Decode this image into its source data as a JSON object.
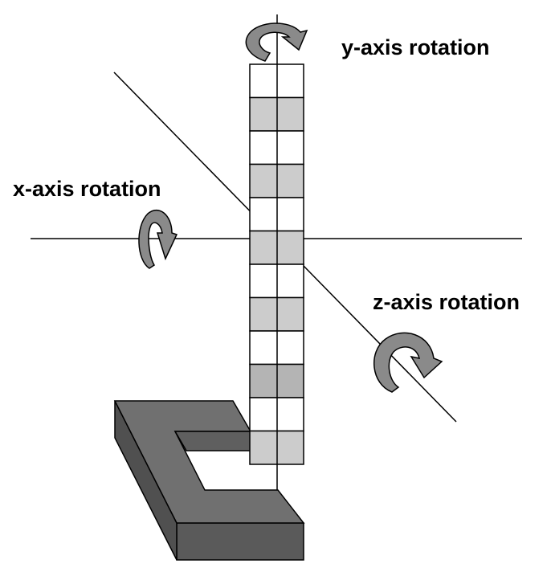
{
  "labels": {
    "y_axis": "y-axis rotation",
    "x_axis": "x-axis rotation",
    "z_axis": "z-axis rotation"
  },
  "colors": {
    "line": "#000000",
    "cell_shaded": "#cccccc",
    "cell_shaded_dark": "#b4b4b4",
    "cell_light": "#ffffff",
    "clamp_top": "#6e6e6e",
    "clamp_side": "#5a5a5a",
    "arrow": "#8a8a8a"
  },
  "icons": {
    "y_rotation": "rotation-arrow-icon",
    "x_rotation": "rotation-arrow-icon",
    "z_rotation": "rotation-arrow-icon"
  },
  "stack": {
    "shaded_rows": [
      1,
      3,
      5,
      7,
      9,
      11
    ]
  }
}
